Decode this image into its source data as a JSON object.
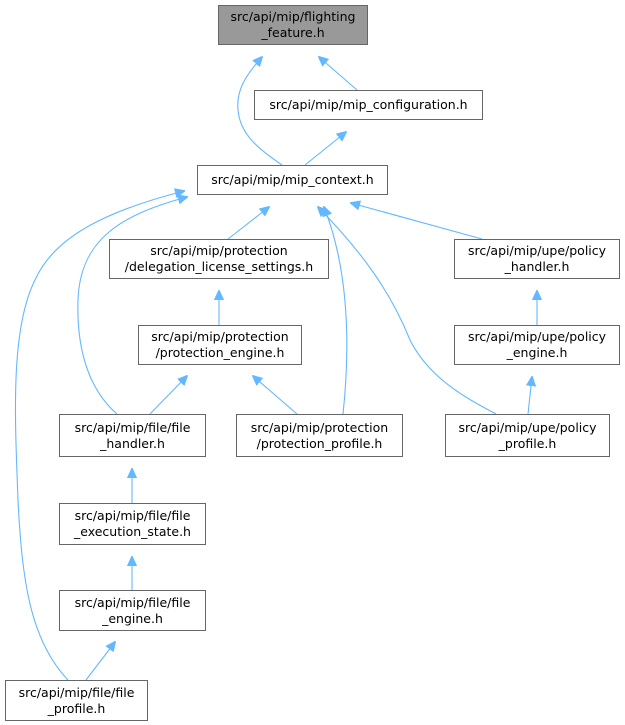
{
  "colors": {
    "edge": "#63B8FF",
    "node_border": "#666666",
    "root_fill": "#999999",
    "node_fill": "#ffffff",
    "text": "#000000"
  },
  "nodes": {
    "flighting_feature": {
      "lines": [
        "src/api/mip/flighting",
        "_feature.h"
      ]
    },
    "mip_configuration": {
      "lines": [
        "src/api/mip/mip_configuration.h"
      ]
    },
    "mip_context": {
      "lines": [
        "src/api/mip/mip_context.h"
      ]
    },
    "delegation_license_settings": {
      "lines": [
        "src/api/mip/protection",
        "/delegation_license_settings.h"
      ]
    },
    "policy_handler": {
      "lines": [
        "src/api/mip/upe/policy",
        "_handler.h"
      ]
    },
    "protection_engine": {
      "lines": [
        "src/api/mip/protection",
        "/protection_engine.h"
      ]
    },
    "policy_engine": {
      "lines": [
        "src/api/mip/upe/policy",
        "_engine.h"
      ]
    },
    "file_handler": {
      "lines": [
        "src/api/mip/file/file",
        "_handler.h"
      ]
    },
    "protection_profile": {
      "lines": [
        "src/api/mip/protection",
        "/protection_profile.h"
      ]
    },
    "policy_profile": {
      "lines": [
        "src/api/mip/upe/policy",
        "_profile.h"
      ]
    },
    "file_execution_state": {
      "lines": [
        "src/api/mip/file/file",
        "_execution_state.h"
      ]
    },
    "file_engine": {
      "lines": [
        "src/api/mip/file/file",
        "_engine.h"
      ]
    },
    "file_profile": {
      "lines": [
        "src/api/mip/file/file",
        "_profile.h"
      ]
    }
  },
  "edges": [
    [
      "flighting_feature",
      "mip_configuration"
    ],
    [
      "flighting_feature",
      "mip_context"
    ],
    [
      "mip_configuration",
      "mip_context"
    ],
    [
      "mip_context",
      "delegation_license_settings"
    ],
    [
      "mip_context",
      "policy_handler"
    ],
    [
      "mip_context",
      "file_handler"
    ],
    [
      "mip_context",
      "protection_profile"
    ],
    [
      "mip_context",
      "policy_profile"
    ],
    [
      "mip_context",
      "file_profile"
    ],
    [
      "delegation_license_settings",
      "protection_engine"
    ],
    [
      "protection_engine",
      "file_handler"
    ],
    [
      "protection_engine",
      "protection_profile"
    ],
    [
      "policy_handler",
      "policy_engine"
    ],
    [
      "policy_engine",
      "policy_profile"
    ],
    [
      "file_handler",
      "file_execution_state"
    ],
    [
      "file_execution_state",
      "file_engine"
    ],
    [
      "file_engine",
      "file_profile"
    ]
  ]
}
